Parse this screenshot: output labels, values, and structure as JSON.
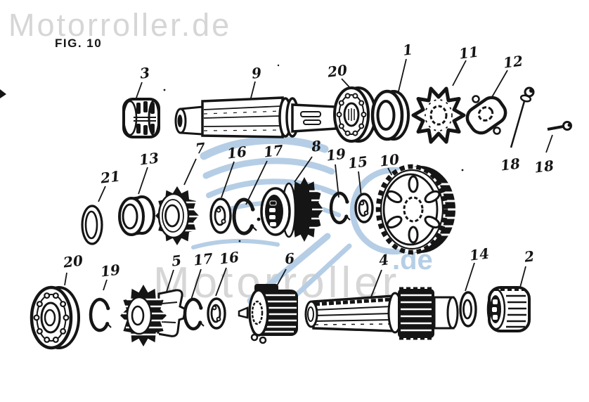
{
  "figure": {
    "label": "FIG. 10"
  },
  "watermarks": {
    "top": "Motorroller.de",
    "center": "Motorroller",
    "suffix": ".de"
  },
  "colors": {
    "ink": "#151515",
    "paper": "#ffffff",
    "watermark_gray": "#d6d6d6",
    "watermark_blue": "#b5cee6"
  },
  "callouts": [
    {
      "ref": "3"
    },
    {
      "ref": "9"
    },
    {
      "ref": "20"
    },
    {
      "ref": "1"
    },
    {
      "ref": "11"
    },
    {
      "ref": "12"
    },
    {
      "ref": "18"
    },
    {
      "ref": "18"
    },
    {
      "ref": "21"
    },
    {
      "ref": "13"
    },
    {
      "ref": "7"
    },
    {
      "ref": "16"
    },
    {
      "ref": "17"
    },
    {
      "ref": "8"
    },
    {
      "ref": "19"
    },
    {
      "ref": "15"
    },
    {
      "ref": "10"
    },
    {
      "ref": "20"
    },
    {
      "ref": "19"
    },
    {
      "ref": "5"
    },
    {
      "ref": "17"
    },
    {
      "ref": "16"
    },
    {
      "ref": "6"
    },
    {
      "ref": "4"
    },
    {
      "ref": "14"
    },
    {
      "ref": "2"
    }
  ]
}
